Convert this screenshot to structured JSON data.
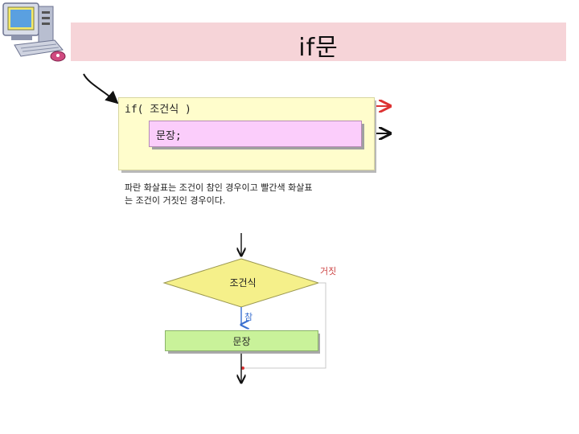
{
  "slide": {
    "title": "if문"
  },
  "code": {
    "if_line": "if( 조건식 )",
    "statement": "문장;"
  },
  "caption": {
    "line1": "파란 화살표는 조건이 참인 경우이고 빨간색 화살표",
    "line2": "는 조건이 거짓인 경우이다."
  },
  "flowchart": {
    "condition": "조건식",
    "statement": "문장",
    "true_label": "참",
    "false_label": "거짓"
  },
  "colors": {
    "title_bar": "#f6d4d8",
    "code_bg": "#fffdcc",
    "statement_bg": "#fbcdfb",
    "diamond": "#f5f08a",
    "flow_box": "#c9f29a",
    "true_arrow": "#3a6fd0",
    "false_arrow": "#dd3333"
  }
}
